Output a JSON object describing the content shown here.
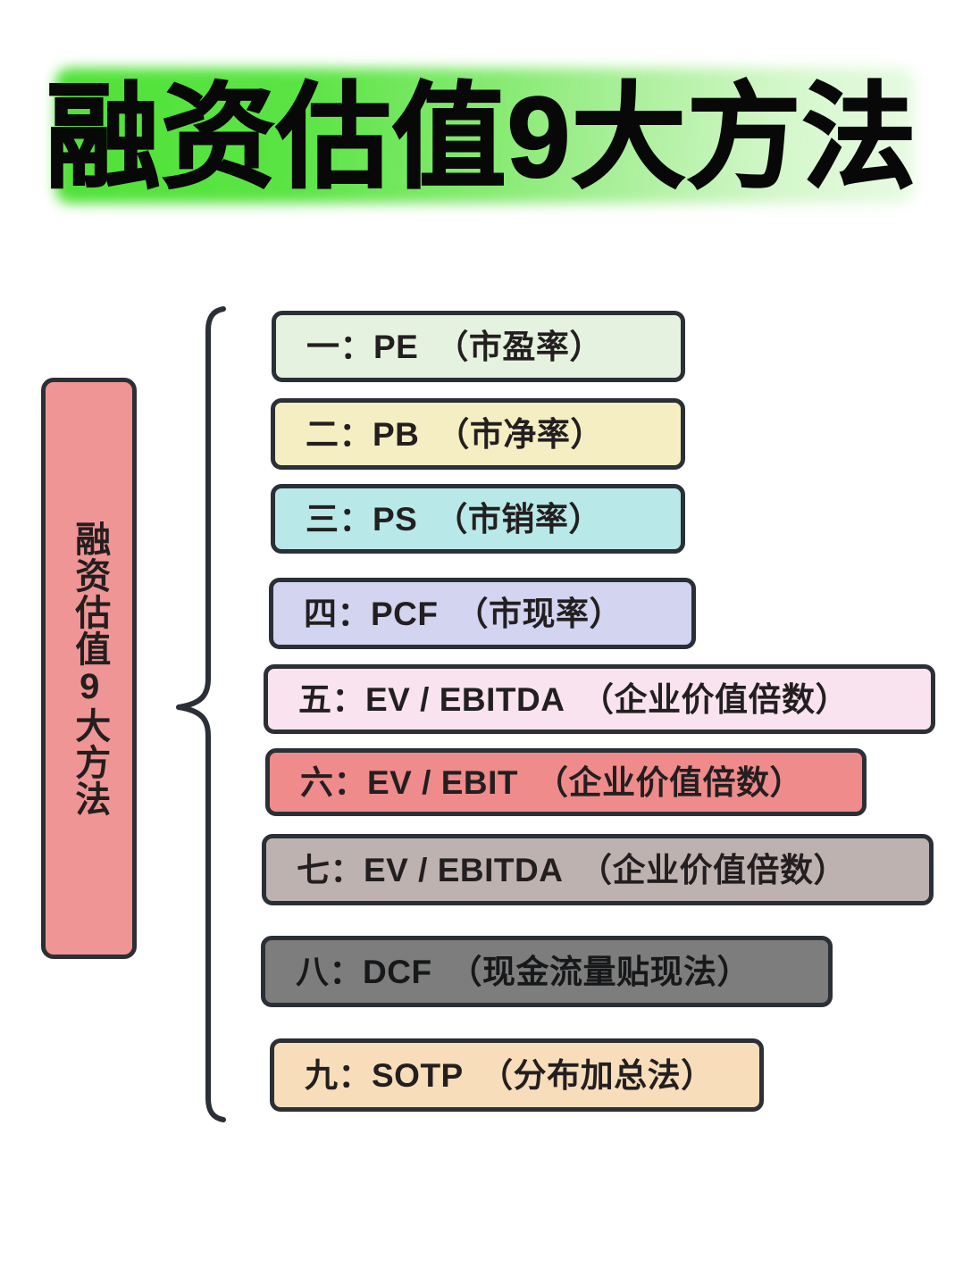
{
  "title": {
    "text": "融资估值9大方法",
    "highlight_color": "#46e02c",
    "text_color": "#080808"
  },
  "root": {
    "label": "融资估值9大方法",
    "fill_color": "#f09595",
    "border_color": "#2b2f36"
  },
  "connector": {
    "type": "curly-brace",
    "orientation": "left"
  },
  "chart_data": {
    "type": "diagram",
    "title": "融资估值9大方法",
    "root": "融资估值9大方法",
    "items": [
      {
        "index": "一",
        "code": "PE",
        "meaning": "（市盈率）",
        "label": "一：PE　（市盈率）",
        "color": "#e6f2e0"
      },
      {
        "index": "二",
        "code": "PB",
        "meaning": "（市净率）",
        "label": "二：PB　（市净率）",
        "color": "#f5eec2"
      },
      {
        "index": "三",
        "code": "PS",
        "meaning": "（市销率）",
        "label": "三：PS　（市销率）",
        "color": "#b8e8e8"
      },
      {
        "index": "四",
        "code": "PCF",
        "meaning": "（市现率）",
        "label": "四：PCF　（市现率）",
        "color": "#d2d4f0"
      },
      {
        "index": "五",
        "code": "EV / EBITDA",
        "meaning": "（企业价值倍数）",
        "label": "五：EV / EBITDA　（企业价值倍数）",
        "color": "#f8e3ee"
      },
      {
        "index": "六",
        "code": "EV / EBIT",
        "meaning": "（企业价值倍数）",
        "label": "六：EV / EBIT　（企业价值倍数）",
        "color": "#ef8b8b"
      },
      {
        "index": "七",
        "code": "EV / EBITDA",
        "meaning": "（企业价值倍数）",
        "label": "七：EV / EBITDA　（企业价值倍数）",
        "color": "#beb2b0"
      },
      {
        "index": "八",
        "code": "DCF",
        "meaning": "（现金流量贴现法）",
        "label": "八：DCF　（现金流量贴现法）",
        "color": "#7d7d7d"
      },
      {
        "index": "九",
        "code": "SOTP",
        "meaning": "（分布加总法）",
        "label": "九：SOTP　（分布加总法）",
        "color": "#f7ddba"
      }
    ]
  }
}
